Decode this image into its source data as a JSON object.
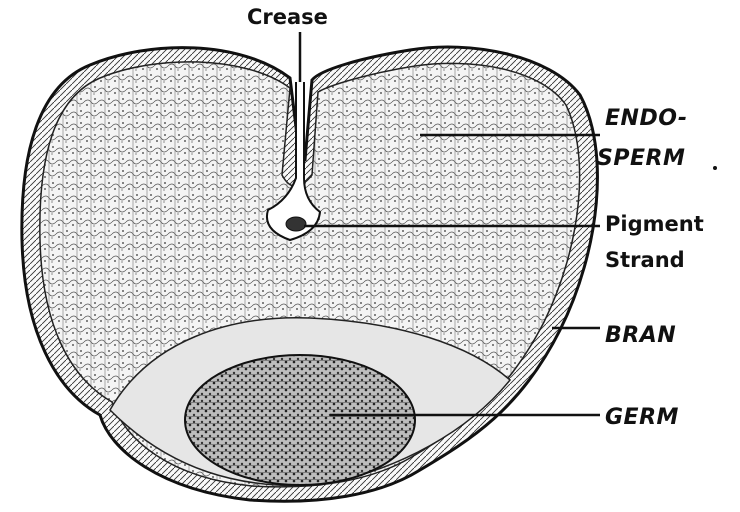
{
  "labels": {
    "crease": "Crease",
    "endosperm_line1": "ENDO-",
    "endosperm_line2": "SPERM",
    "pigment_line1": "Pigment",
    "pigment_line2": "Strand",
    "bran": "BRAN",
    "germ": "GERM"
  },
  "colors": {
    "ink": "#111111",
    "paper": "#ffffff",
    "tissue_fill": "#f2f2f2",
    "germ_fill": "#cfcfcf"
  }
}
